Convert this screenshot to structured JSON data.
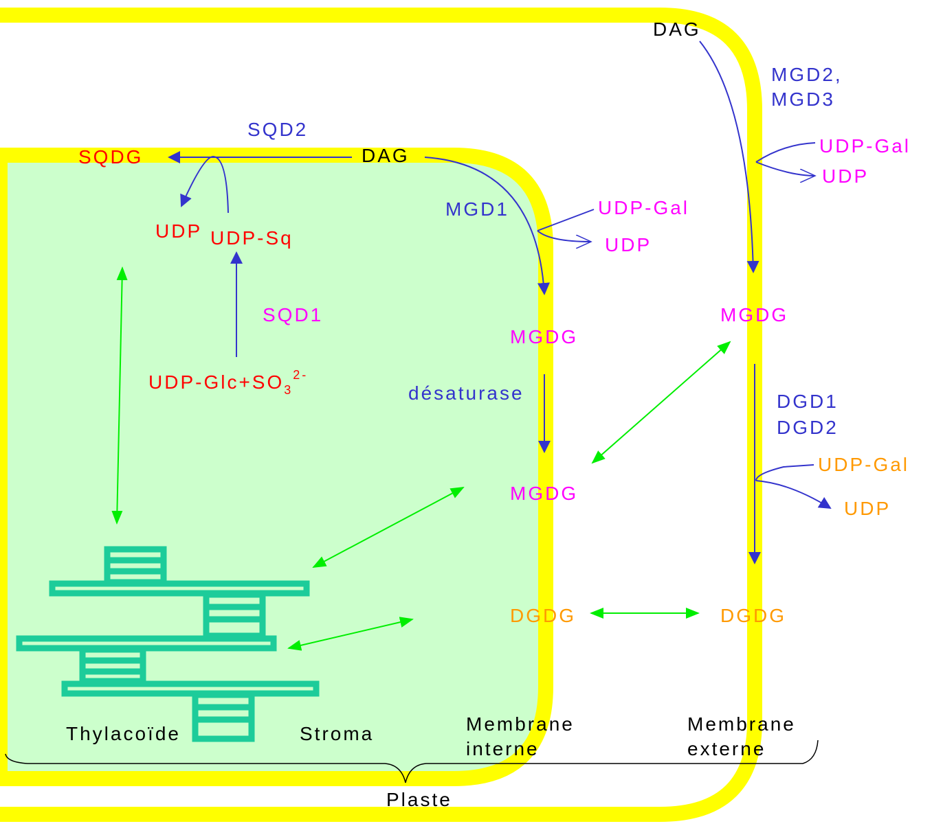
{
  "colors": {
    "membrane": "#ffff00",
    "stroma": "#ccffcc",
    "thylakoid": "#1dcc9a",
    "enzyme": "#3333cc",
    "lipid_red": "#ff0000",
    "lipid_magenta": "#ff00ff",
    "lipid_orange": "#ff9900",
    "exchange_arrow": "#00ee00",
    "black": "#000000"
  },
  "labels": {
    "dag_outer": "DAG",
    "dag_inner": "DAG",
    "sqdg": "SQDG",
    "sqd2": "SQD2",
    "sqd1": "SQD1",
    "udp_inner_left": "UDP",
    "udp_sq": "UDP-Sq",
    "udp_glc": "UDP-Glc+SO",
    "udp_glc_sub": "3",
    "udp_glc_sup": "2-",
    "mgd1": "MGD1",
    "udp_gal_inner": "UDP-Gal",
    "udp_inner": "UDP",
    "mgd23_line1": "MGD2,",
    "mgd23_line2": "MGD3",
    "udp_gal_outer": "UDP-Gal",
    "udp_outer": "UDP",
    "mgdg_inner_1": "MGDG",
    "desaturase": "désaturase",
    "mgdg_inner_2": "MGDG",
    "mgdg_outer": "MGDG",
    "dgd_line1": "DGD1",
    "dgd_line2": "DGD2",
    "udp_gal_dgd": "UDP-Gal",
    "udp_dgd": "UDP",
    "dgdg_inner": "DGDG",
    "dgdg_outer": "DGDG",
    "thylakoid": "Thylacoïde",
    "stroma": "Stroma",
    "membrane_interne_1": "Membrane",
    "membrane_interne_2": "interne",
    "membrane_externe_1": "Membrane",
    "membrane_externe_2": "externe",
    "plaste": "Plaste"
  }
}
